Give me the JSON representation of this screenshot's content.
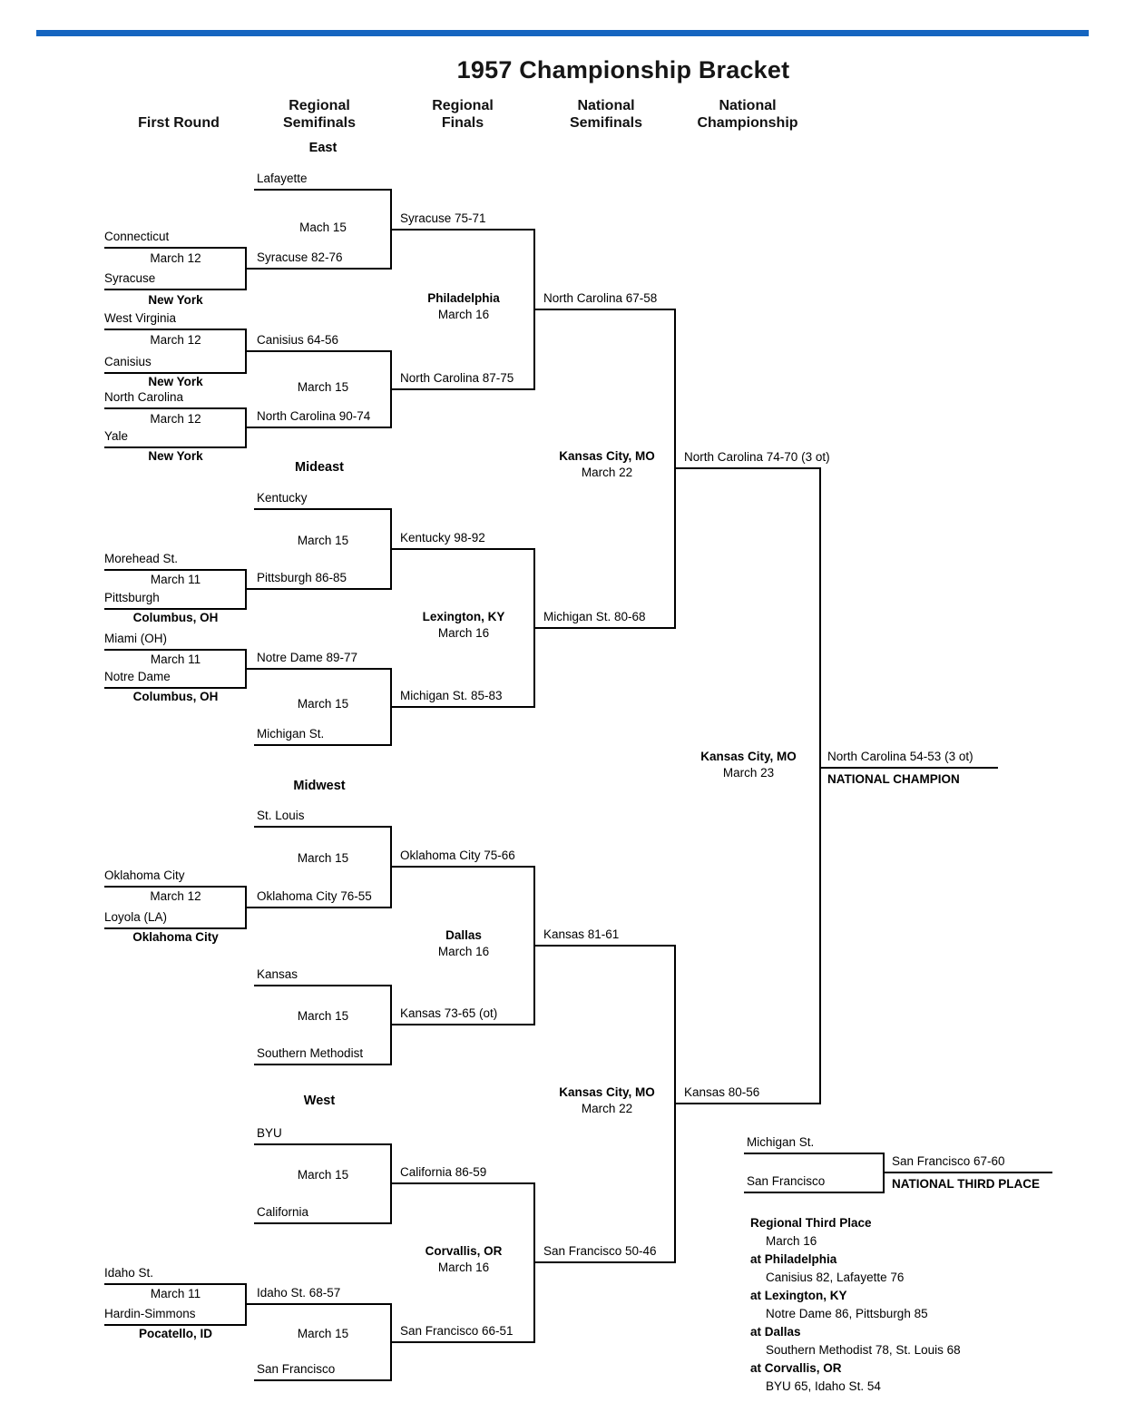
{
  "title": "1957 Championship Bracket",
  "colors": {
    "accent": "#1565c0"
  },
  "columns": [
    "First Round",
    "Regional\nSemifinals",
    "Regional\nFinals",
    "National\nSemifinals",
    "National\nChampionship"
  ],
  "east": {
    "name": "East",
    "bye_top": "Lafayette",
    "sf1_date": "Mach 15",
    "sf1_winner": "Syracuse 75-71",
    "fr1": {
      "top": "Connecticut",
      "date": "March 12",
      "bottom": "Syracuse",
      "site": "New York",
      "winner": "Syracuse 82-76"
    },
    "fr2": {
      "top": "West Virginia",
      "date": "March 12",
      "bottom": "Canisius",
      "site": "New York",
      "winner": "Canisius 64-56"
    },
    "sf2_date": "March 15",
    "sf2_winner": "North Carolina 87-75",
    "fr3": {
      "top": "North Carolina",
      "date": "March 12",
      "bottom": "Yale",
      "site": "New York",
      "winner": "North Carolina 90-74"
    },
    "final_site": "Philadelphia",
    "final_date": "March 16",
    "final_winner": "North Carolina 67-58"
  },
  "mideast": {
    "name": "Mideast",
    "bye_top": "Kentucky",
    "sf1_date": "March 15",
    "sf1_winner": "Kentucky 98-92",
    "fr1": {
      "top": "Morehead St.",
      "date": "March 11",
      "bottom": "Pittsburgh",
      "site": "Columbus, OH",
      "winner": "Pittsburgh 86-85"
    },
    "fr2": {
      "top": "Miami (OH)",
      "date": "March 11",
      "bottom": "Notre Dame",
      "site": "Columbus, OH",
      "winner": "Notre Dame 89-77"
    },
    "sf2_date": "March 15",
    "sf2_winner": "Michigan St. 85-83",
    "bye_bottom": "Michigan St.",
    "final_site": "Lexington, KY",
    "final_date": "March 16",
    "final_winner": "Michigan St. 80-68"
  },
  "midwest": {
    "name": "Midwest",
    "bye_top": "St. Louis",
    "sf1_date": "March 15",
    "sf1_winner": "Oklahoma City 75-66",
    "fr1": {
      "top": "Oklahoma City",
      "date": "March 12",
      "bottom": "Loyola (LA)",
      "site": "Oklahoma City",
      "winner": "Oklahoma City 76-55"
    },
    "bye_mid": "Kansas",
    "sf2_date": "March 15",
    "sf2_winner": "Kansas 73-65 (ot)",
    "bye_bottom": "Southern Methodist",
    "final_site": "Dallas",
    "final_date": "March 16",
    "final_winner": "Kansas 81-61"
  },
  "west": {
    "name": "West",
    "bye_top": "BYU",
    "sf1_date": "March 15",
    "sf1_winner": "California 86-59",
    "bye_mid": "California",
    "fr1": {
      "top": "Idaho St.",
      "date": "March 11",
      "bottom": "Hardin-Simmons",
      "site": "Pocatello, ID",
      "winner": "Idaho St. 68-57"
    },
    "sf2_date": "March 15",
    "sf2_winner": "San Francisco 66-51",
    "bye_bottom": "San Francisco",
    "final_site": "Corvallis, OR",
    "final_date": "March 16",
    "final_winner": "San Francisco 50-46"
  },
  "national": {
    "semi1_site": "Kansas City, MO",
    "semi1_date": "March 22",
    "semi1_winner": "North Carolina 74-70 (3 ot)",
    "semi2_site": "Kansas City, MO",
    "semi2_date": "March 22",
    "semi2_winner": "Kansas 80-56",
    "final_site": "Kansas City, MO",
    "final_date": "March 23",
    "final_winner": "North Carolina 54-53 (3 ot)",
    "champion_label": "NATIONAL CHAMPION"
  },
  "third_place": {
    "top": "Michigan St.",
    "bottom": "San Francisco",
    "winner": "San Francisco 67-60",
    "label": "NATIONAL THIRD PLACE"
  },
  "regional_third_place": {
    "title": "Regional Third Place",
    "date": "March 16",
    "entries": [
      {
        "site": "at Philadelphia",
        "result": "Canisius 82, Lafayette 76"
      },
      {
        "site": "at Lexington, KY",
        "result": "Notre Dame 86, Pittsburgh 85"
      },
      {
        "site": "at Dallas",
        "result": "Southern Methodist 78, St. Louis 68"
      },
      {
        "site": "at Corvallis, OR",
        "result": "BYU 65, Idaho St. 54"
      }
    ]
  }
}
